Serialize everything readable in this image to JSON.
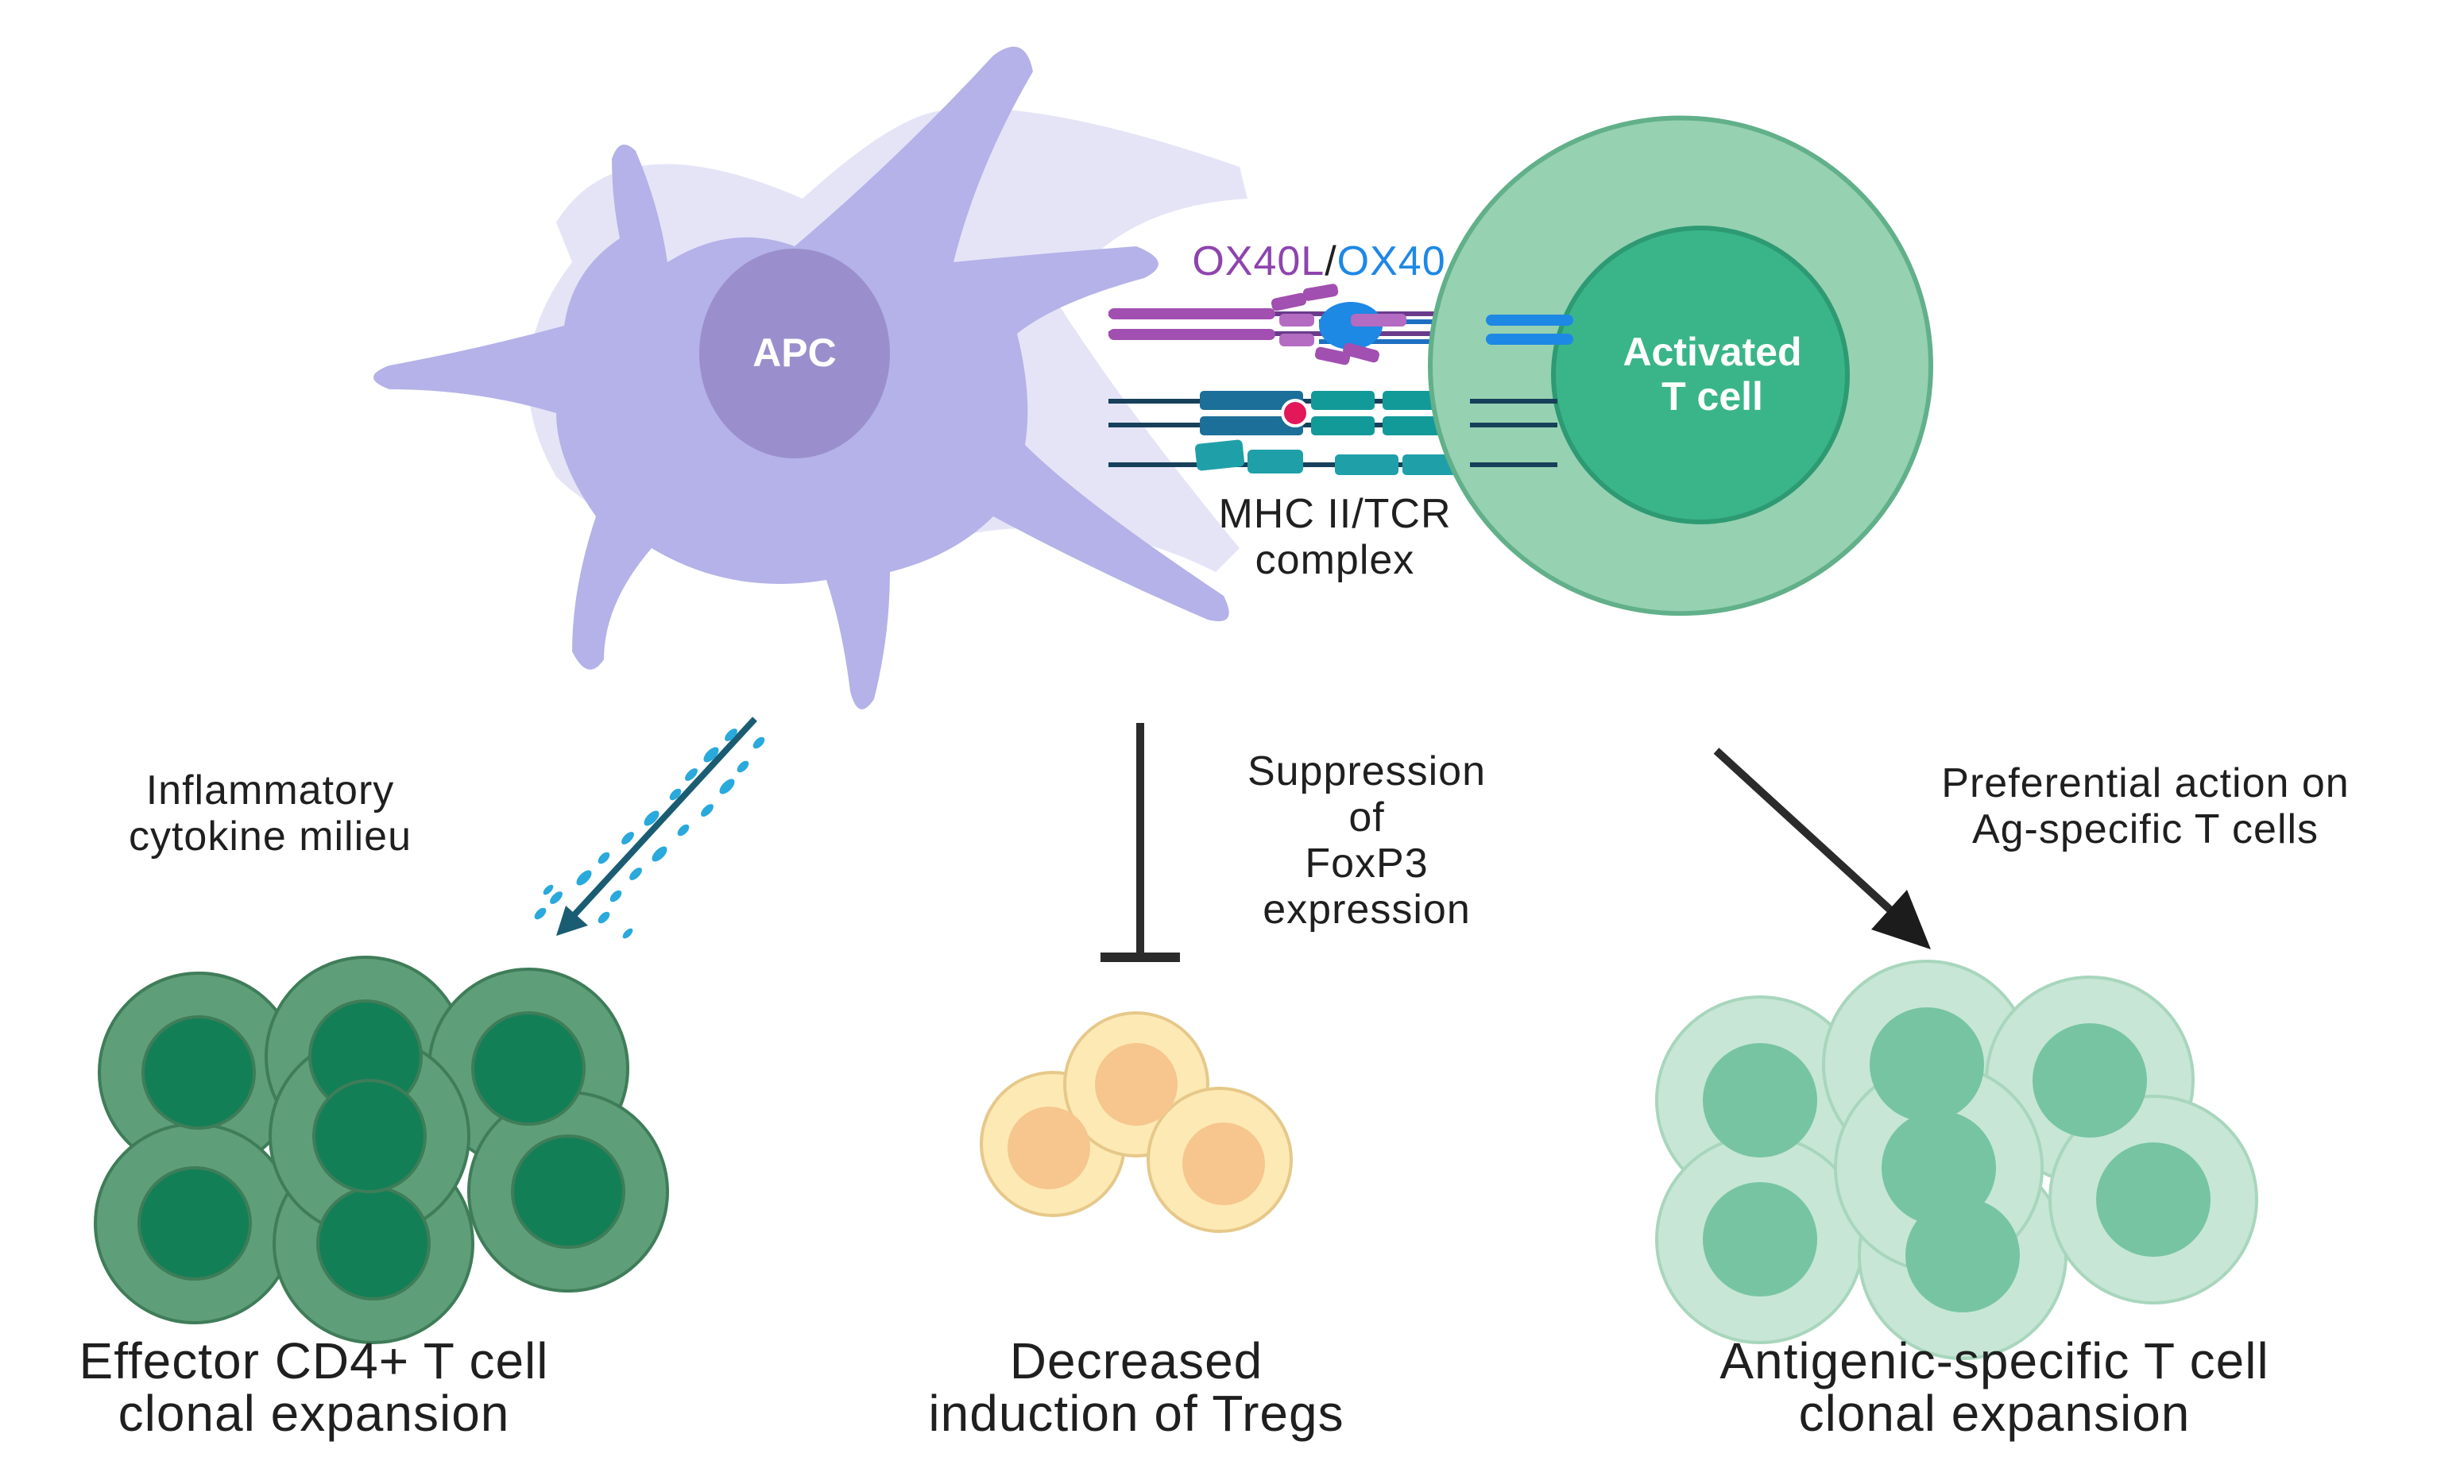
{
  "colors": {
    "apc_body": "#b4b2e8",
    "apc_nucleus": "#9a8fcc",
    "tcell_outer": "#96d1b2",
    "tcell_inner": "#3ab58a",
    "ox40l_label": "#8e44ad",
    "ox40_label": "#1e88e5",
    "effector_outer": "#5e9e78",
    "effector_inner": "#137f57",
    "treg_outer": "#fde9b3",
    "treg_inner": "#f7c58e",
    "ag_specific_outer": "#c7e6d5",
    "ag_specific_inner": "#77c4a2",
    "cytokine_dots": "#29a9dc",
    "arrow_dark": "#1a5d73"
  },
  "apc": {
    "label": "APC"
  },
  "activated_tcell": {
    "label_line1": "Activated",
    "label_line2": "T cell"
  },
  "receptors": {
    "ox40l": "OX40L",
    "separator": "/",
    "ox40": "OX40",
    "mhc_line1": "MHC II/TCR",
    "mhc_line2": "complex"
  },
  "pathways": {
    "left_annotation": {
      "line1": "Inflammatory",
      "line2": "cytokine milieu"
    },
    "middle_annotation": {
      "line1": "Suppression",
      "line2": "of",
      "line3": "FoxP3",
      "line4": "expression"
    },
    "right_annotation": {
      "line1": "Preferential action on",
      "line2": "Ag-specific T cells"
    }
  },
  "outcomes": {
    "left": {
      "line1": "Effector CD4+ T cell",
      "line2": "clonal expansion"
    },
    "middle": {
      "line1": "Decreased",
      "line2": "induction of Tregs"
    },
    "right": {
      "line1": "Antigenic-specific T cell",
      "line2": "clonal expansion"
    }
  }
}
